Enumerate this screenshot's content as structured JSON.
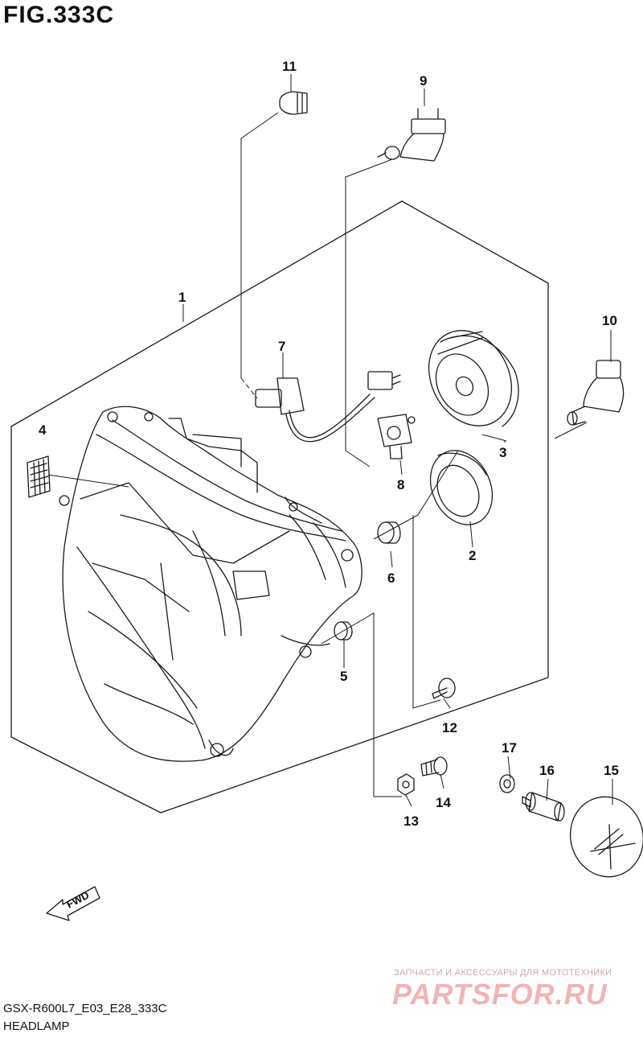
{
  "figure": {
    "title": "FIG.333C",
    "model_code": "GSX-R600L7_E03_E28_333C",
    "name": "HEADLAMP"
  },
  "direction_arrow": {
    "label": "FWD"
  },
  "callouts": [
    {
      "id": "callout-1",
      "label": "1"
    },
    {
      "id": "callout-2",
      "label": "2"
    },
    {
      "id": "callout-3",
      "label": "3"
    },
    {
      "id": "callout-4",
      "label": "4"
    },
    {
      "id": "callout-5",
      "label": "5"
    },
    {
      "id": "callout-6",
      "label": "6"
    },
    {
      "id": "callout-7",
      "label": "7"
    },
    {
      "id": "callout-8",
      "label": "8"
    },
    {
      "id": "callout-9",
      "label": "9"
    },
    {
      "id": "callout-10",
      "label": "10"
    },
    {
      "id": "callout-11",
      "label": "11"
    },
    {
      "id": "callout-12",
      "label": "12"
    },
    {
      "id": "callout-13",
      "label": "13"
    },
    {
      "id": "callout-14",
      "label": "14"
    },
    {
      "id": "callout-15",
      "label": "15"
    },
    {
      "id": "callout-16",
      "label": "16"
    },
    {
      "id": "callout-17",
      "label": "17"
    }
  ],
  "watermark": {
    "line1": "ЗАПЧАСТИ И АКСЕССУАРЫ ДЛЯ МОТОТЕХНИКИ",
    "line2": "PARTSFOR.RU"
  },
  "colors": {
    "ink": "#1a1a1a",
    "watermark": "#f2b3b3"
  }
}
